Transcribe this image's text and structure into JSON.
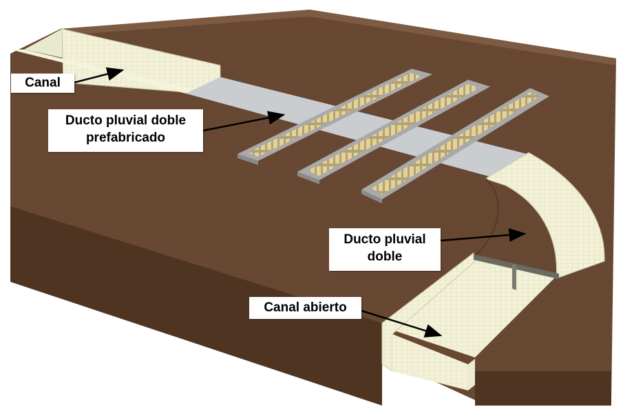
{
  "labels": {
    "canal": "Canal",
    "ducto_prefabricado_line1": "Ducto pluvial doble",
    "ducto_prefabricado_line2": "prefabricado",
    "ducto_doble_line1": "Ducto pluvial",
    "ducto_doble_line2": "doble",
    "canal_abierto": "Canal abierto"
  },
  "colors": {
    "soil_top": "#6b4a34",
    "soil_side": "#4f3422",
    "soil_back": "#7a5840",
    "concrete": "#f3f2d8",
    "concrete_shadow": "#dcdcbc",
    "precast": "#c8cccf",
    "track_slab": "#a9a9a9",
    "track_bed": "#d8c08a",
    "sleeper": "#e3cf8e",
    "arrow": "#000000"
  }
}
